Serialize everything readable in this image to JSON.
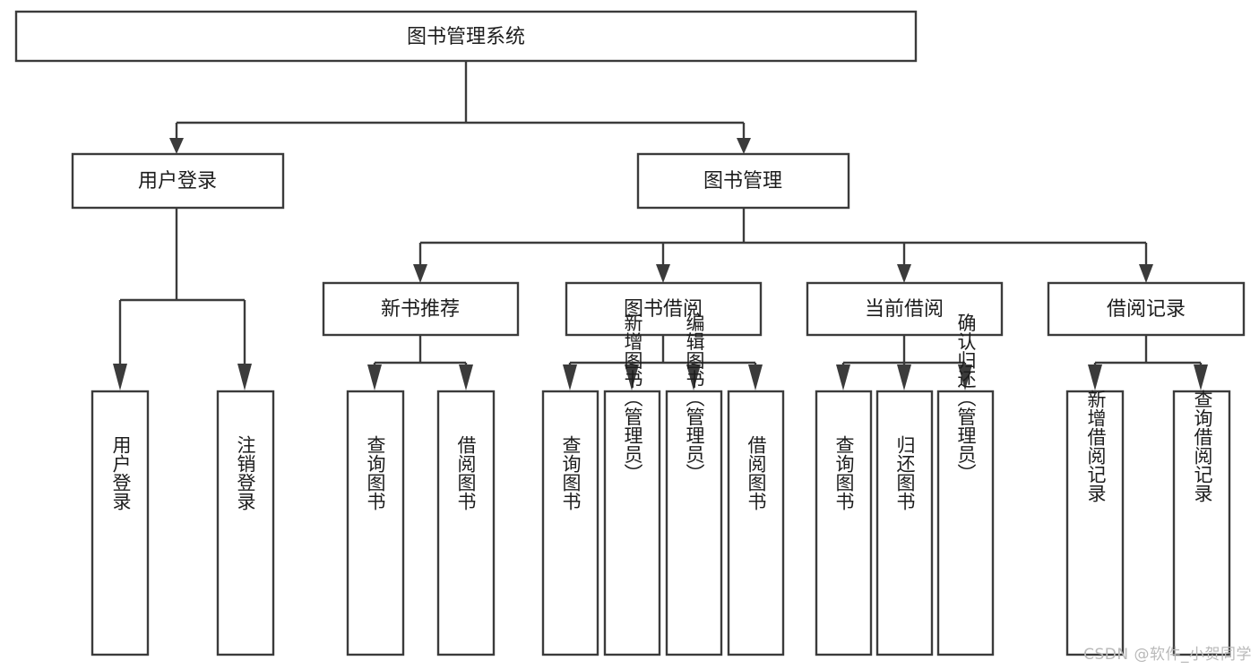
{
  "diagram": {
    "type": "tree",
    "title": "图书管理系统",
    "orientation": "top-down",
    "colors": {
      "stroke": "#3b3b3b",
      "box_fill": "#ffffff",
      "label": "#1d1d1d",
      "background": "#ffffff",
      "watermark": "#b9b9b9"
    },
    "root": {
      "label": "图书管理系统"
    },
    "level2": [
      {
        "label": "用户登录"
      },
      {
        "label": "图书管理"
      }
    ],
    "level3": [
      {
        "label": "新书推荐"
      },
      {
        "label": "图书借阅"
      },
      {
        "label": "当前借阅"
      },
      {
        "label": "借阅记录"
      }
    ],
    "leaves": {
      "user_login": [
        {
          "label": "用户登录"
        },
        {
          "label": "注销登录"
        }
      ],
      "new_book_recommend": [
        {
          "label": "查询图书"
        },
        {
          "label": "借阅图书"
        }
      ],
      "book_borrow": [
        {
          "label": "查询图书"
        },
        {
          "label": "新增图书（管理员）"
        },
        {
          "label": "编辑图书（管理员）"
        },
        {
          "label": "借阅图书"
        }
      ],
      "current_borrow": [
        {
          "label": "查询图书"
        },
        {
          "label": "归还图书"
        },
        {
          "label": "确认归还（管理员）"
        }
      ],
      "borrow_record": [
        {
          "label": "新增借阅记录"
        },
        {
          "label": "查询借阅记录"
        }
      ]
    }
  },
  "watermark": {
    "text": "CSDN @软件_小贺同学"
  }
}
